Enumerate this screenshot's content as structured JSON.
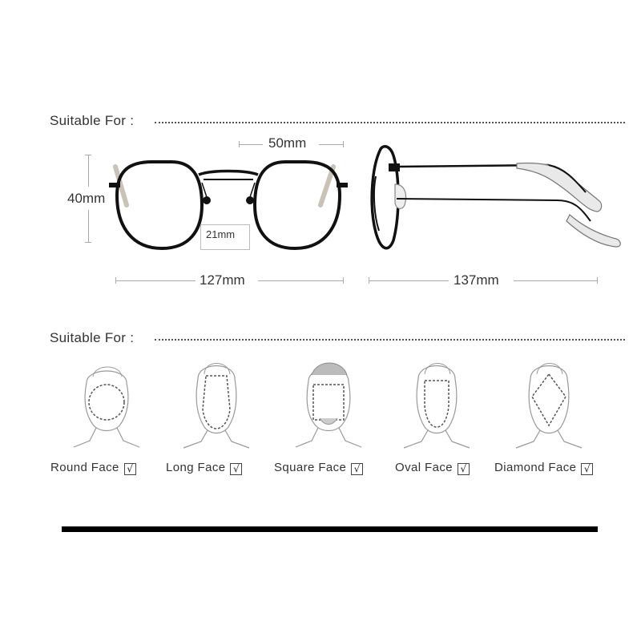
{
  "sections": {
    "first_label": "Suitable For :",
    "second_label": "Suitable For :"
  },
  "dimensions": {
    "lens_width": "50mm",
    "lens_height": "40mm",
    "bridge": "21mm",
    "frame_width": "127mm",
    "temple_length": "137mm"
  },
  "faces": [
    {
      "label": "Round Face",
      "check": "√",
      "icon": "round-face-icon"
    },
    {
      "label": "Long Face",
      "check": "√",
      "icon": "long-face-icon"
    },
    {
      "label": "Square Face",
      "check": "√",
      "icon": "square-face-icon"
    },
    {
      "label": "Oval Face",
      "check": "√",
      "icon": "oval-face-icon"
    },
    {
      "label": "Diamond Face",
      "check": "√",
      "icon": "diamond-face-icon"
    }
  ],
  "colors": {
    "frame": "#111111",
    "temple_tip": "#e8e8e8",
    "divider": "#000000"
  }
}
